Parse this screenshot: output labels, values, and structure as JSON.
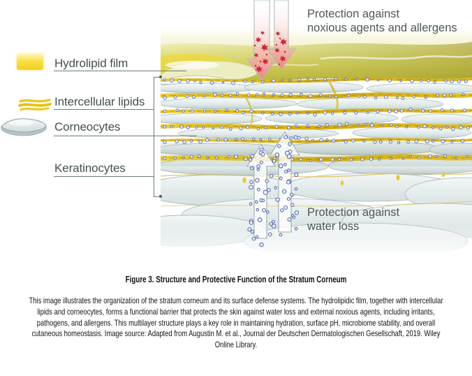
{
  "figure": {
    "legend": {
      "items": [
        {
          "label": "Hydrolipid film",
          "icon": "hydrolipid-film-swatch-icon"
        },
        {
          "label": "Intercellular lipids",
          "icon": "intercellular-lipids-icon"
        },
        {
          "label": "Corneocytes",
          "icon": "corneocyte-disc-icon"
        },
        {
          "label": "Keratinocytes",
          "icon": "none"
        }
      ]
    },
    "annotations": {
      "noxious_line1": "Protection against",
      "noxious_line2": "noxious agents and allergens",
      "water_line1": "Protection against",
      "water_line2": "water loss"
    },
    "colors": {
      "label_text": "#44504f",
      "annotation_text": "#4d5759",
      "leader_line": "#6d7c7c",
      "film_yellow": "#e4d54e",
      "lipid_gold": "#d9b71c",
      "cell_gray": "#d3dddf",
      "hazard_red": "#ce2838",
      "water_blue": "#5465aa"
    }
  },
  "caption": {
    "title": "Figure 3. Structure and Protective Function of the Stratum Corneum",
    "body": "This image illustrates the organization of the stratum corneum and its surface defense systems. The hydrolipidic film, together with intercellular lipids and corneocytes, forms a functional barrier that protects the skin against water loss and external noxious agents, including irritants, pathogens, and allergens. This multilayer structure plays a key role in maintaining hydration, surface pH, microbiome stability, and overall cutaneous homeostasis. Image source: Adapted from Augustin M. et al., Journal der Deutschen Dermatologischen Gesellschaft, 2019. Wiley Online Library."
  }
}
